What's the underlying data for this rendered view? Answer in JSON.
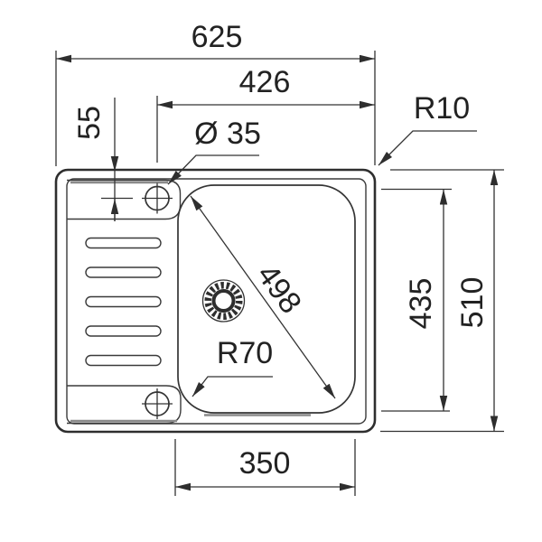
{
  "drawing": {
    "title": "Inset sink technical dimension drawing",
    "dimensions": {
      "overall_width": "625",
      "tap_to_edge_width": "426",
      "tap_setback": "55",
      "tap_hole_diameter": "Ø 35",
      "rim_corner_radius": "R10",
      "bowl_diagonal": "498",
      "bowl_length": "435",
      "overall_depth": "510",
      "bowl_bottom_width": "350",
      "bowl_corner_radius": "R70"
    },
    "colors": {
      "line": "#2e2e2e",
      "dimension_line": "#333333",
      "text": "#222222",
      "shadow": "#8a8a8a",
      "background": "#ffffff"
    }
  }
}
